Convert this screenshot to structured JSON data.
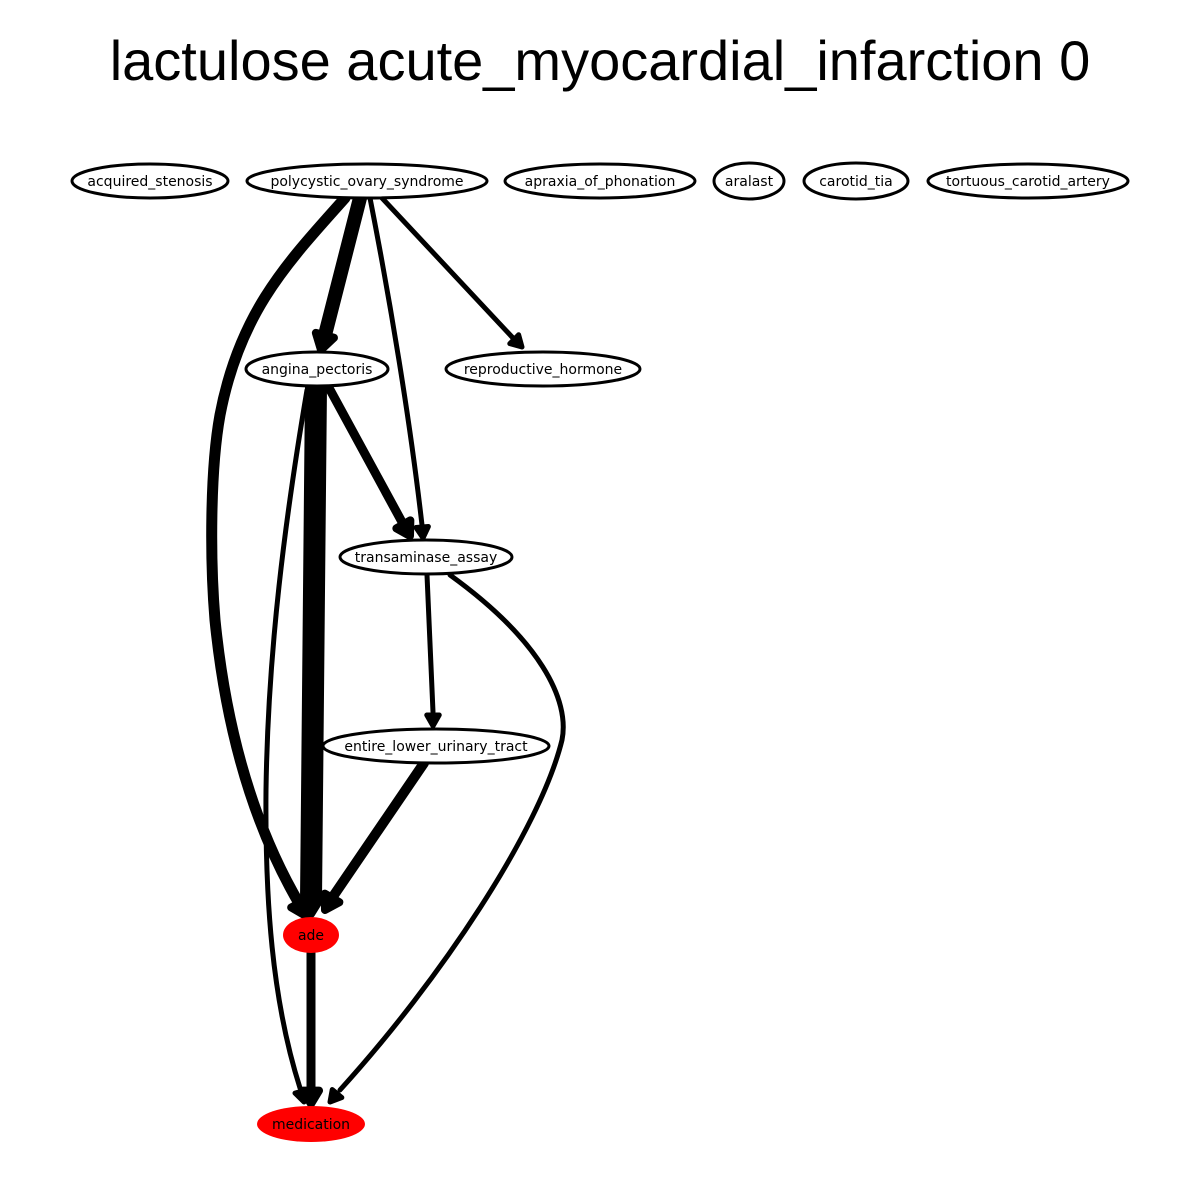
{
  "title": "lactulose acute_myocardial_infarction 0",
  "colors": {
    "highlight": "#ff0000",
    "stroke": "#000000",
    "background": "#ffffff"
  },
  "nodes": [
    {
      "id": "acquired_stenosis",
      "label": "acquired_stenosis",
      "highlight": false
    },
    {
      "id": "polycystic_ovary_syndrome",
      "label": "polycystic_ovary_syndrome",
      "highlight": false
    },
    {
      "id": "apraxia_of_phonation",
      "label": "apraxia_of_phonation",
      "highlight": false
    },
    {
      "id": "aralast",
      "label": "aralast",
      "highlight": false
    },
    {
      "id": "carotid_tia",
      "label": "carotid_tia",
      "highlight": false
    },
    {
      "id": "tortuous_carotid_artery",
      "label": "tortuous_carotid_artery",
      "highlight": false
    },
    {
      "id": "angina_pectoris",
      "label": "angina_pectoris",
      "highlight": false
    },
    {
      "id": "reproductive_hormone",
      "label": "reproductive_hormone",
      "highlight": false
    },
    {
      "id": "transaminase_assay",
      "label": "transaminase_assay",
      "highlight": false
    },
    {
      "id": "entire_lower_urinary_tract",
      "label": "entire_lower_urinary_tract",
      "highlight": false
    },
    {
      "id": "ade",
      "label": "ade",
      "highlight": true
    },
    {
      "id": "medication",
      "label": "medication",
      "highlight": true
    }
  ],
  "edges": [
    {
      "from": "polycystic_ovary_syndrome",
      "to": "ade",
      "weight": 11
    },
    {
      "from": "polycystic_ovary_syndrome",
      "to": "angina_pectoris",
      "weight": 14
    },
    {
      "from": "polycystic_ovary_syndrome",
      "to": "transaminase_assay",
      "weight": 5
    },
    {
      "from": "polycystic_ovary_syndrome",
      "to": "reproductive_hormone",
      "weight": 5
    },
    {
      "from": "angina_pectoris",
      "to": "ade",
      "weight": 22
    },
    {
      "from": "angina_pectoris",
      "to": "transaminase_assay",
      "weight": 9
    },
    {
      "from": "angina_pectoris",
      "to": "medication",
      "weight": 5
    },
    {
      "from": "transaminase_assay",
      "to": "entire_lower_urinary_tract",
      "weight": 5
    },
    {
      "from": "transaminase_assay",
      "to": "medication",
      "weight": 5
    },
    {
      "from": "entire_lower_urinary_tract",
      "to": "ade",
      "weight": 10
    },
    {
      "from": "ade",
      "to": "medication",
      "weight": 9
    }
  ]
}
